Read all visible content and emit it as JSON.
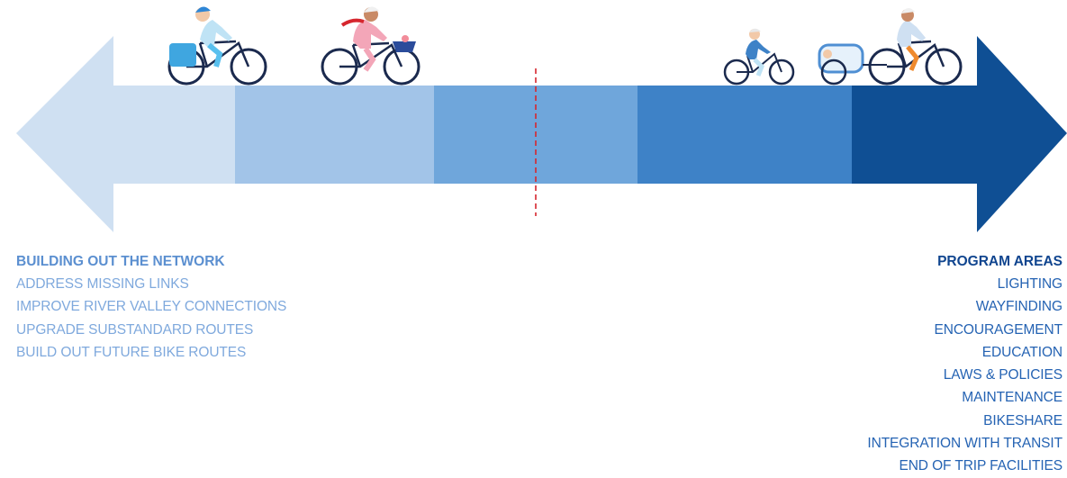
{
  "colors": {
    "segment_1": "#cfe0f2",
    "segment_2": "#a2c4e8",
    "segment_3": "#6fa6db",
    "segment_4": "#3e82c7",
    "segment_5": "#0f4f94",
    "divider": "#d6262e",
    "left_text": "#7fa9dd",
    "right_text": "#2563b3"
  },
  "icons": [
    "cyclist-with-pannier-icon",
    "cyclist-with-basket-icon",
    "child-cyclist-icon",
    "adult-cyclist-with-trailer-icon"
  ],
  "left": {
    "heading": "BUILDING OUT THE NETWORK",
    "items": [
      "ADDRESS MISSING LINKS",
      "IMPROVE RIVER VALLEY CONNECTIONS",
      "UPGRADE SUBSTANDARD ROUTES",
      "BUILD OUT FUTURE BIKE ROUTES"
    ]
  },
  "right": {
    "heading": "PROGRAM AREAS",
    "items": [
      "LIGHTING",
      "WAYFINDING",
      "ENCOURAGEMENT",
      "EDUCATION",
      "LAWS & POLICIES",
      "MAINTENANCE",
      "BIKESHARE",
      "INTEGRATION WITH TRANSIT",
      "END OF TRIP FACILITIES"
    ]
  }
}
